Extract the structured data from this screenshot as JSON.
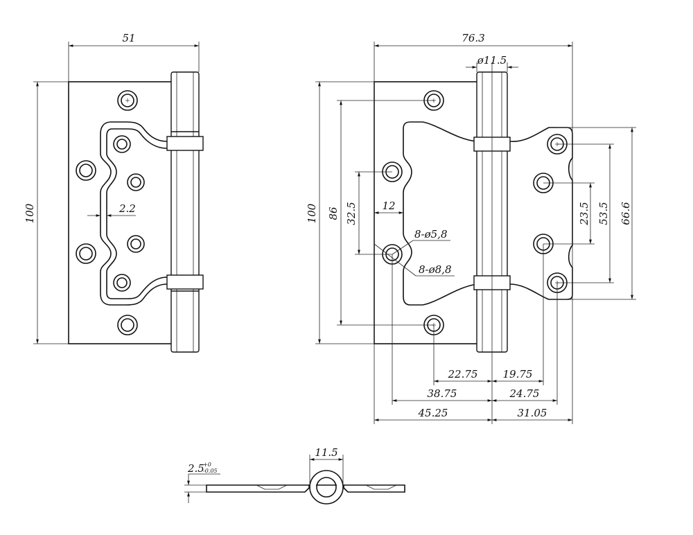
{
  "left_view": {
    "width": "51",
    "height": "100",
    "offset": "2.2"
  },
  "right_view": {
    "width": "76.3",
    "knuckle_diameter": "ø11.5",
    "height": "100",
    "hole_pitch_outer": "86",
    "hole_pitch_inner": "32.5",
    "edge_offset": "12",
    "small_holes": "8-ø5,8",
    "large_holes": "8-ø8,8",
    "right_pitch_inner": "23.5",
    "right_pitch_mid": "53.5",
    "right_pitch_outer": "66.6",
    "bottom_dims": {
      "d1": "22.75",
      "d2": "19.75",
      "d3": "38.75",
      "d4": "24.75",
      "d5": "45.25",
      "d6": "31.05"
    }
  },
  "section_view": {
    "knuckle_width": "11.5",
    "thickness": "2.5",
    "tol_upper": "+0",
    "tol_lower": "-0.05"
  }
}
